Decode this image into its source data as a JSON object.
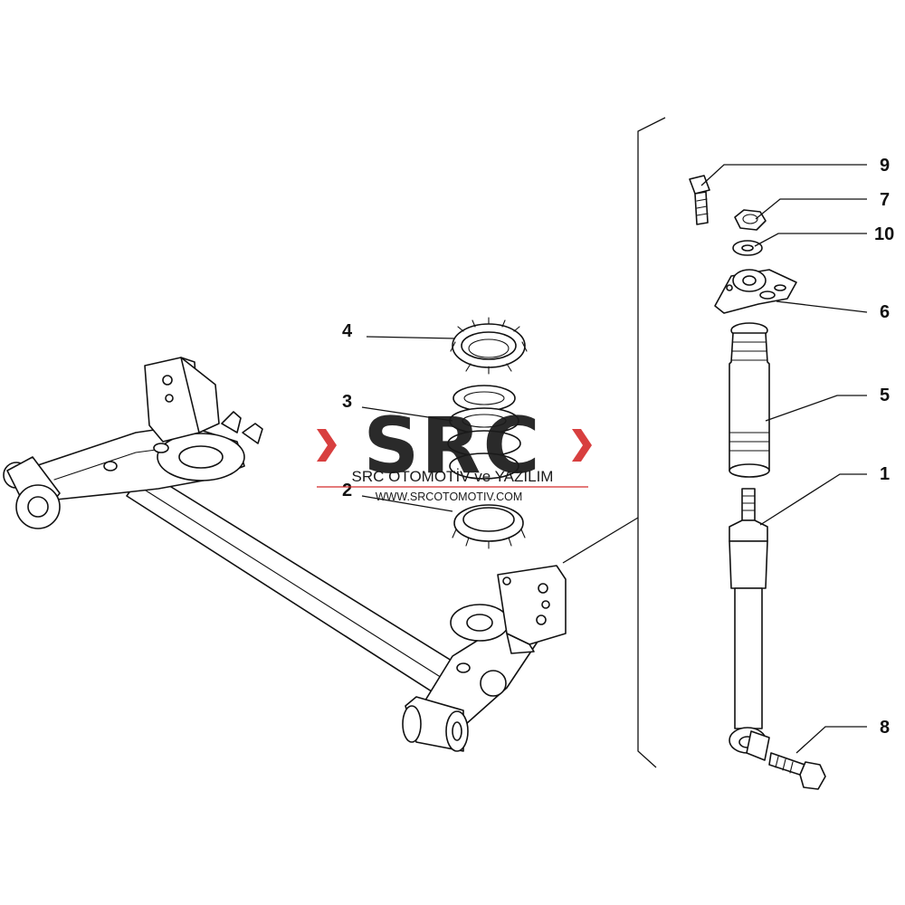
{
  "callouts": [
    {
      "id": "9",
      "label": "9"
    },
    {
      "id": "7",
      "label": "7"
    },
    {
      "id": "10",
      "label": "10"
    },
    {
      "id": "6",
      "label": "6"
    },
    {
      "id": "5",
      "label": "5"
    },
    {
      "id": "1",
      "label": "1"
    },
    {
      "id": "8",
      "label": "8"
    },
    {
      "id": "4",
      "label": "4"
    },
    {
      "id": "3",
      "label": "3"
    },
    {
      "id": "2",
      "label": "2"
    }
  ],
  "watermark": {
    "logo": "SRC",
    "company": "SRC OTOMOTİV ve YAZILIM",
    "url": "WWW.SRCOTOMOTIV.COM",
    "colors": {
      "logo": "#1a1a1a",
      "accent": "#d42a2a"
    }
  }
}
